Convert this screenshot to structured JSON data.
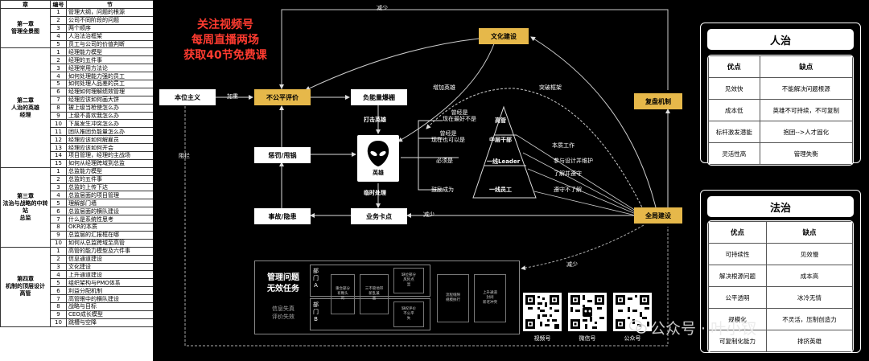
{
  "toc": {
    "headers": [
      "章",
      "编号",
      "节"
    ],
    "chapters": [
      {
        "name": "第一章\n管理全景图",
        "rows": [
          [
            "1",
            "管理大纲，问题的根源"
          ],
          [
            "2",
            "公司不同阶段的问题"
          ],
          [
            "3",
            "两个顺序"
          ],
          [
            "4",
            "人治法治框架"
          ],
          [
            "5",
            "员工与公司的价值判断"
          ]
        ]
      },
      {
        "name": "第二章\n人治的英雄\n经理",
        "rows": [
          [
            "1",
            "经理能力模型"
          ],
          [
            "2",
            "经理的五件事"
          ],
          [
            "3",
            "经理常用方法论"
          ],
          [
            "4",
            "如何处理能力强的员工"
          ],
          [
            "5",
            "如何处理人品差的员工"
          ],
          [
            "6",
            "经理如何理解绩效管理"
          ],
          [
            "7",
            "经理应该如何画大饼"
          ],
          [
            "8",
            "被上级当枪使怎么办"
          ],
          [
            "9",
            "上级不喜欢我怎么办"
          ],
          [
            "10",
            "下属发生冲突怎么办"
          ],
          [
            "11",
            "团队推团负能量怎么办"
          ],
          [
            "12",
            "经理应该如何解雇员"
          ],
          [
            "13",
            "经理应该如何开会"
          ],
          [
            "14",
            "项目管理，经理的主战场"
          ],
          [
            "15",
            "如何从经理跨域到总监"
          ]
        ]
      },
      {
        "name": "第三章\n法治与战略的中转站\n总监",
        "rows": [
          [
            "1",
            "总监能力模型"
          ],
          [
            "2",
            "总监的五件事"
          ],
          [
            "3",
            "总监的上传下达"
          ],
          [
            "4",
            "总监层面的项目管理"
          ],
          [
            "5",
            "理解部门墙"
          ],
          [
            "6",
            "总监层面的横队建设"
          ],
          [
            "7",
            "什么是系统性思考"
          ],
          [
            "8",
            "OKR的本质"
          ],
          [
            "9",
            "总监层的汇报框在哪"
          ],
          [
            "10",
            "如何从总监跨域至高管"
          ]
        ]
      },
      {
        "name": "第四章\n机制的顶层设计\n高管",
        "rows": [
          [
            "1",
            "高管的能力模型及六件事"
          ],
          [
            "2",
            "信息通道建设"
          ],
          [
            "3",
            "文化建设"
          ],
          [
            "4",
            "上升通道建设"
          ],
          [
            "5",
            "组织架构与PMO体系"
          ],
          [
            "6",
            "利益分配机制"
          ],
          [
            "7",
            "高管眼中的横队建设"
          ],
          [
            "8",
            "战略与目标"
          ],
          [
            "9",
            "CEO成长模型"
          ],
          [
            "10",
            "跳槽与空降"
          ]
        ]
      }
    ]
  },
  "promo": {
    "line1": "关注视频号",
    "line2": "每周直播两场",
    "line3": "获取40节免费课"
  },
  "nodes": {
    "benwei": "本位主义",
    "bugongping": "不公平评价",
    "funeng": "负能量爆棚",
    "wenhua": "文化建设",
    "fupan": "复盘机制",
    "quanju": "全局建设",
    "chengfa": "惩罚/甩锅",
    "yingxiong": "英雄",
    "shigu": "事故/隐患",
    "yewu": "业务卡点"
  },
  "edges": {
    "jianshao_top": "减少",
    "jiazhong": "加重",
    "zengjia": "增加英雄",
    "tupo": "突破框架",
    "daji": "打击英雄",
    "linshi": "临时处理",
    "zulan": "阻拦",
    "jianshao_mid": "减少",
    "jianshao_bot": "减少"
  },
  "pyramid": {
    "levels": [
      "高管",
      "中层干部",
      "一线Leader",
      "一线员工"
    ],
    "left": [
      "曾经是\n现在最好不是",
      "曾经是\n现在也可以是",
      "必须是",
      "鼓励成为"
    ],
    "right": [
      "本质工作",
      "参与设计并维护",
      "了解并遵守",
      "遵守不了解"
    ]
  },
  "mgmt": {
    "title1": "管理问题",
    "title2": "无效任务",
    "sub1": "信息失真",
    "sub2": "评价失效",
    "deptA": "部\n门\nA",
    "deptB": "部\n门\nB",
    "m1": "重合部分\n有颗头\n的",
    "m2": "三不管地带\n新乱兼\n画",
    "m3": "缺位部分\n风险点\n显",
    "m4": "缺权评价\n不公平\n失",
    "m5": "流程缝隙\n规模执行",
    "m6": "上升通道\n封闭\n新老冲突"
  },
  "qr": {
    "labels": [
      "视频号",
      "微信号",
      "公众号"
    ]
  },
  "watermark": "公众号 · 叶小钗",
  "renzhi": {
    "title": "人治",
    "header": [
      "优点",
      "缺点"
    ],
    "rows": [
      [
        "见效快",
        "不能解决问题根源"
      ],
      [
        "成本低",
        "英雄不可持续，不可复制"
      ],
      [
        "标杆激发潜能",
        "抱团-->人才固化"
      ],
      [
        "灵活性高",
        "管理失衡"
      ]
    ]
  },
  "fazhi": {
    "title": "法治",
    "header": [
      "优点",
      "缺点"
    ],
    "rows": [
      [
        "可持续性",
        "见效慢"
      ],
      [
        "解决根源问题",
        "成本高"
      ],
      [
        "公平透明",
        "冰冷无情"
      ],
      [
        "规模化",
        "不灵活，压制创造力"
      ],
      [
        "可复制化能力",
        "排挤英雄"
      ]
    ]
  },
  "colors": {
    "gold": "#e6b84a",
    "promo_red": "#ff3b30"
  }
}
